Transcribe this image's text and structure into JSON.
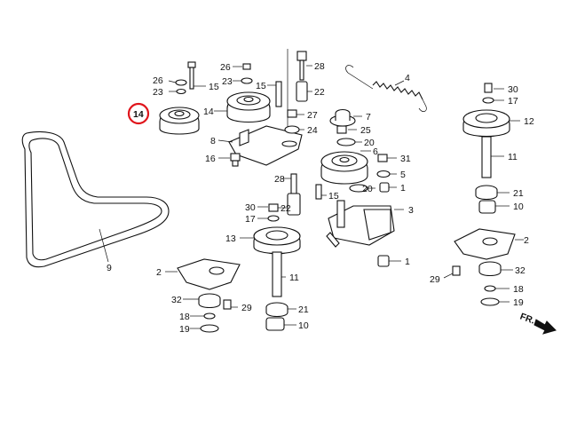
{
  "diagram": {
    "highlight_color": "#e0141b",
    "highlighted_label": "14",
    "direction_label": "FR.",
    "labels": {
      "l1a": "1",
      "l1b": "1",
      "l2a": "2",
      "l2b": "2",
      "l3": "3",
      "l4": "4",
      "l5": "5",
      "l6": "6",
      "l7": "7",
      "l8": "8",
      "l9": "9",
      "l10a": "10",
      "l10b": "10",
      "l11a": "11",
      "l11b": "11",
      "l12": "12",
      "l13": "13",
      "l14a": "14",
      "l14b": "14",
      "l15a": "15",
      "l15b": "15",
      "l15c": "15",
      "l16": "16",
      "l17a": "17",
      "l17b": "17",
      "l18a": "18",
      "l18b": "18",
      "l19": "19",
      "l20a": "20",
      "l20b": "20",
      "l21a": "21",
      "l21b": "21",
      "l22a": "22",
      "l22b": "22",
      "l23a": "23",
      "l23b": "23",
      "l24": "24",
      "l25": "25",
      "l26a": "26",
      "l26b": "26",
      "l27": "27",
      "l28a": "28",
      "l28b": "28",
      "l29a": "29",
      "l29b": "29",
      "l30a": "30",
      "l30b": "30",
      "l31": "31",
      "l32a": "32",
      "l32b": "32"
    }
  }
}
